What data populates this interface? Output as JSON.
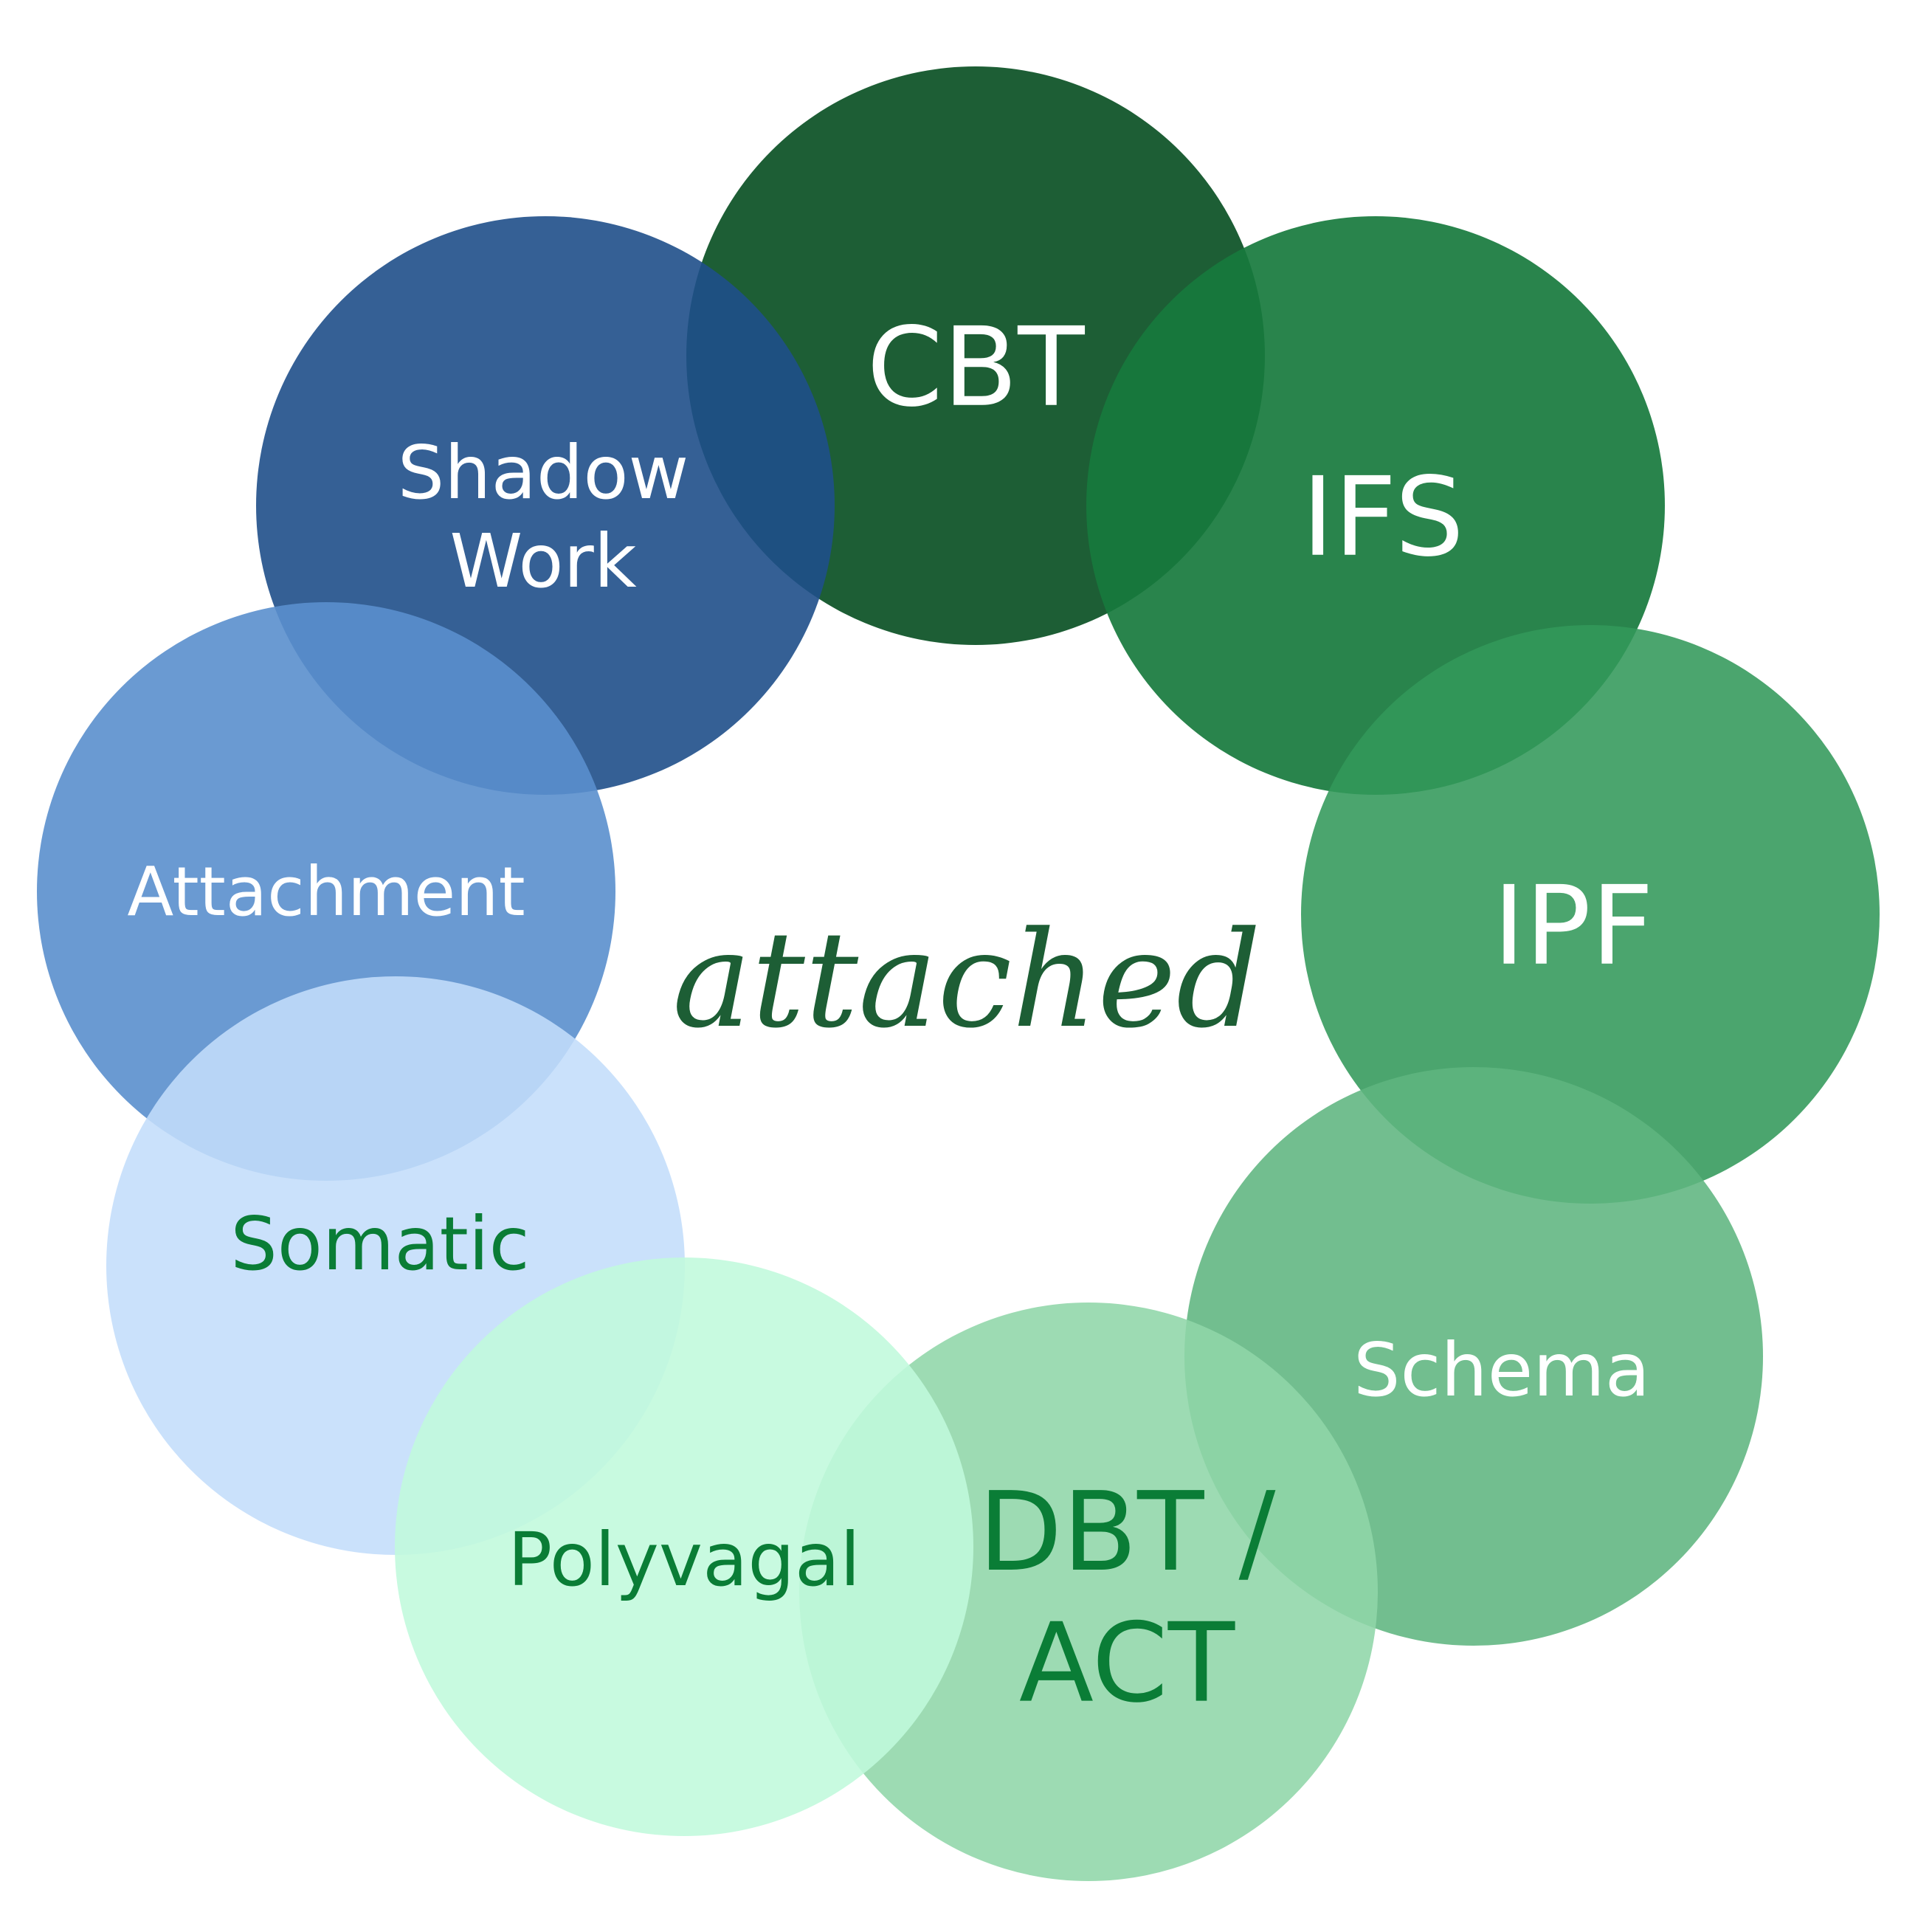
{
  "diagram": {
    "center_label": "attached",
    "center_color": "#1d5e35",
    "nodes": [
      {
        "id": "attachment",
        "lines": [
          "Attachment"
        ],
        "fill": "#5a8fcd",
        "text_color": "#ffffff"
      },
      {
        "id": "shadow-work",
        "lines": [
          "Shadow",
          "Work"
        ],
        "fill": "#1f4f8a",
        "text_color": "#ffffff"
      },
      {
        "id": "cbt",
        "lines": [
          "CBT"
        ],
        "fill": "#1d5e35",
        "text_color": "#ffffff"
      },
      {
        "id": "ifs",
        "lines": [
          "IFS"
        ],
        "fill": "#177a3d",
        "text_color": "#ffffff"
      },
      {
        "id": "ipf",
        "lines": [
          "IPF"
        ],
        "fill": "#32995a",
        "text_color": "#ffffff"
      },
      {
        "id": "schema",
        "lines": [
          "Schema"
        ],
        "fill": "#5fb57f",
        "text_color": "#ffffff"
      },
      {
        "id": "dbt-act",
        "lines": [
          "DBT /",
          "ACT"
        ],
        "fill": "#8fd6a8",
        "text_color": "#0a7d36"
      },
      {
        "id": "somatic",
        "lines": [
          "Somatic"
        ],
        "fill": "#c3ddfb",
        "text_color": "#0a7d36"
      },
      {
        "id": "polyvagal",
        "lines": [
          "Polyvagal"
        ],
        "fill": "#c0f9dc",
        "text_color": "#0a7d36"
      }
    ]
  }
}
